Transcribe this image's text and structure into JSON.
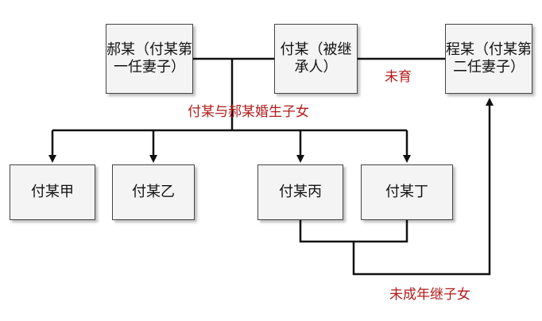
{
  "nodes": {
    "hao": "郝某（付某第一任妻子）",
    "fu": "付某（被继承人）",
    "cheng": "程某（付某第二任妻子）",
    "jia": "付某甲",
    "yi": "付某乙",
    "bing": "付某丙",
    "ding": "付某丁"
  },
  "labels": {
    "children_of_marriage": "付某与郝某婚生子女",
    "not_raised": "未育",
    "minor_stepchildren": "未成年继子女"
  },
  "colors": {
    "line": "#111111",
    "label": "#b31b1b"
  }
}
